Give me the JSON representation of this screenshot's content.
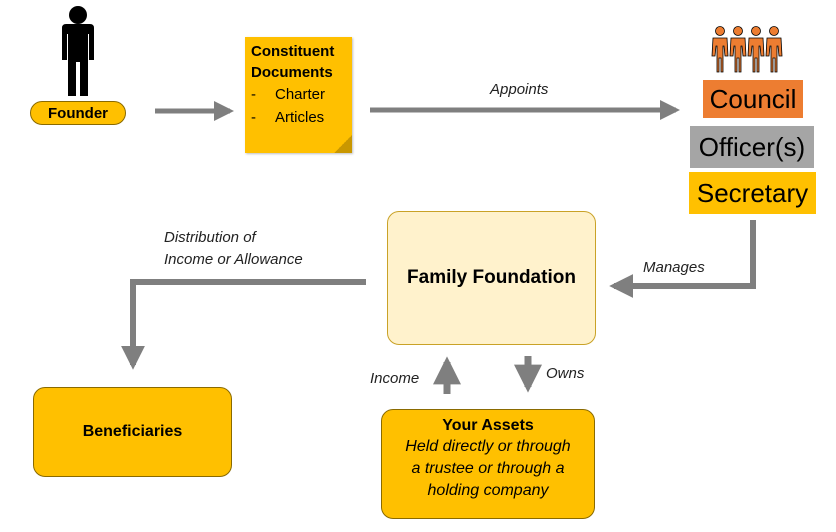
{
  "founder": {
    "label": "Founder"
  },
  "documents": {
    "title_line1": "Constituent",
    "title_line2": "Documents",
    "items": [
      "Charter",
      "Articles"
    ],
    "bullet": "-"
  },
  "labels": {
    "appoints": "Appoints",
    "manages": "Manages",
    "distribution_line1": "Distribution of",
    "distribution_line2": "Income or Allowance",
    "income": "Income",
    "owns": "Owns"
  },
  "governance": {
    "council": "Council",
    "officers": "Officer(s)",
    "secretary": "Secretary"
  },
  "foundation": {
    "label": "Family Foundation"
  },
  "beneficiaries": {
    "label": "Beneficiaries"
  },
  "assets": {
    "title": "Your Assets",
    "lines": [
      "Held directly or through",
      "a trustee or through a",
      "holding company"
    ]
  },
  "colors": {
    "gold": "#FFC000",
    "orange": "#ED7D31",
    "gray": "#A5A5A5",
    "light_yellow": "#FFF2CC",
    "arrow_gray": "#7F7F7F"
  },
  "icons": [
    "person-icon",
    "people-group-icon"
  ]
}
